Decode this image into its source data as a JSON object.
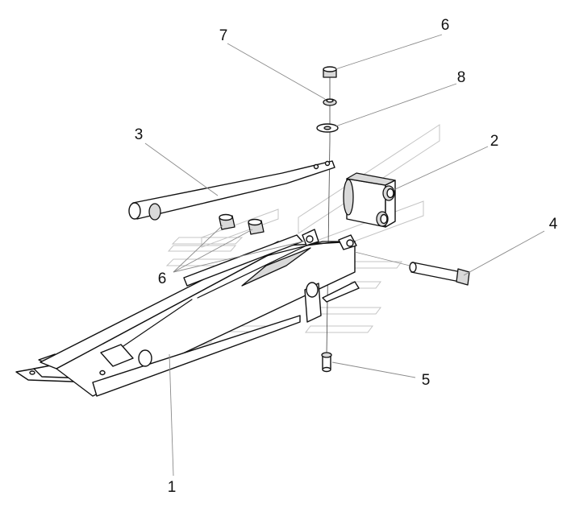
{
  "callouts": {
    "c1": "1",
    "c2": "2",
    "c3": "3",
    "c4": "4",
    "c5": "5",
    "c6_top": "6",
    "c6_left": "6",
    "c7": "7",
    "c8": "8"
  }
}
